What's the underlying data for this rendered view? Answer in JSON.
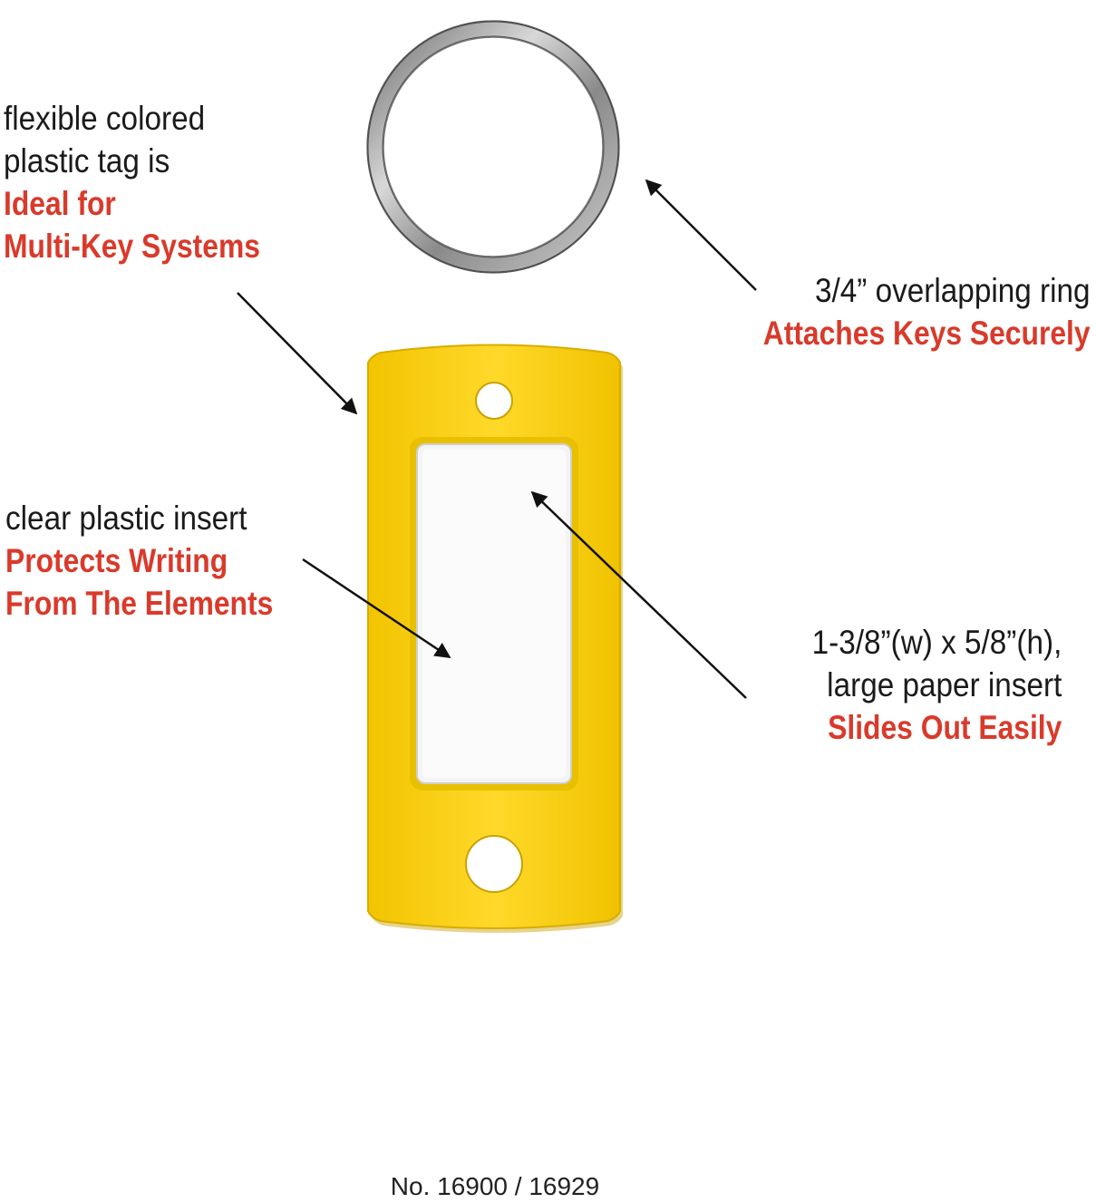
{
  "colors": {
    "accent_red": "#d93a2b",
    "body_text": "#1a1a1a",
    "tag_yellow": "#ffd51c",
    "tag_window": "#f4f4f4",
    "ring_metal": "#9a9a9a"
  },
  "callouts": {
    "tag_material": {
      "line1": "flexible colored",
      "line2": "plastic tag is",
      "accent1": "Ideal for",
      "accent2": "Multi-Key Systems"
    },
    "ring": {
      "line1": "3/4” overlapping ring",
      "accent1": "Attaches Keys Securely"
    },
    "plastic_insert": {
      "line1": "clear plastic insert",
      "accent1": "Protects Writing",
      "accent2": "From The Elements"
    },
    "paper_insert": {
      "line1": "1-3/8”(w) x 5/8”(h),",
      "line2": "large paper insert",
      "accent1": "Slides Out Easily"
    }
  },
  "product": {
    "number_text": "No. 16900 / 16929"
  },
  "icons": [
    "split-key-ring-icon",
    "key-tag-icon",
    "arrow-icon"
  ]
}
